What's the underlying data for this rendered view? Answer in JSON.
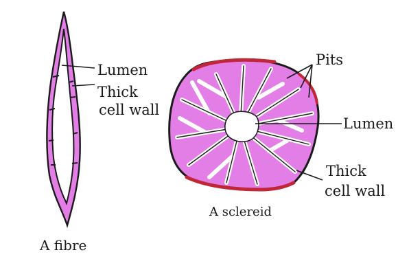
{
  "fibre": {
    "caption": "A fibre",
    "label_lumen": "Lumen",
    "label_wall_line1": "Thick",
    "label_wall_line2": "cell wall"
  },
  "sclereid": {
    "caption": "A sclereid",
    "label_pits": "Pits",
    "label_lumen": "Lumen",
    "label_wall_line1": "Thick",
    "label_wall_line2": "cell wall"
  },
  "colors": {
    "wall_fill": "#e27ee6",
    "wall_outline": "#1a1a1a",
    "cell_edge_red": "#c0283a",
    "lumen": "#ffffff"
  }
}
